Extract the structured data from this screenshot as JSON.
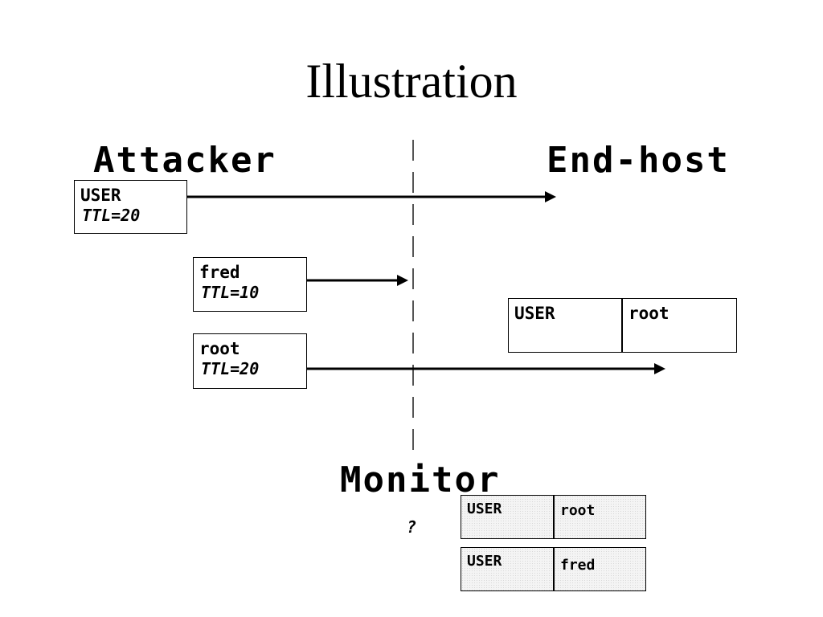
{
  "title": "Illustration",
  "headings": {
    "attacker": "Attacker",
    "end_host": "End-host",
    "monitor": "Monitor"
  },
  "attacker_packets": [
    {
      "label": "USER",
      "ttl": "TTL=20"
    },
    {
      "label": "fred",
      "ttl": "TTL=10"
    },
    {
      "label": "root",
      "ttl": "TTL=20"
    }
  ],
  "end_host_stream": [
    "USER",
    "root"
  ],
  "monitor_streams": [
    [
      "USER",
      "root"
    ],
    [
      "USER",
      "fred"
    ]
  ],
  "monitor_question": "?"
}
